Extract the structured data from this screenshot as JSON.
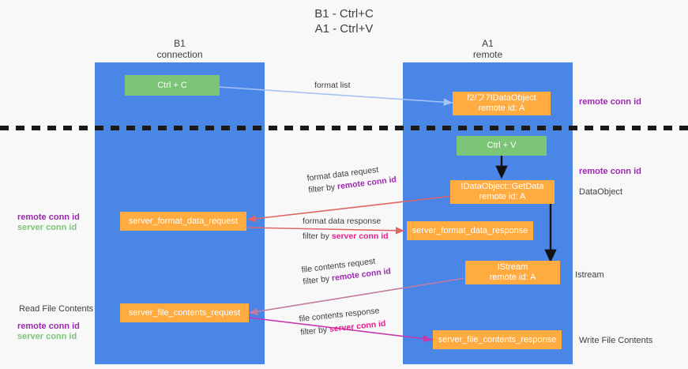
{
  "title": {
    "line1": "B1 - Ctrl+C",
    "line2": "A1 - Ctrl+V"
  },
  "columns": [
    {
      "name": "B1",
      "sub": "connection"
    },
    {
      "name": "A1",
      "sub": "remote"
    }
  ],
  "colors": {
    "lane": "#4a86e8",
    "node_green": "#7cc576",
    "node_orange": "#ffab40",
    "remote_conn_id": "#9c27b0",
    "server_conn_id_green": "#7cc576",
    "server_conn_id_pink": "#e91e8c",
    "arrow_blue": "#a4c2f4",
    "arrow_red": "#e06666",
    "arrow_pink": "#c27ba0",
    "arrow_magenta": "#c837ab",
    "arrow_black": "#000000",
    "divider": "#1a1a1a",
    "background": "#f8f8f8"
  },
  "nodes": {
    "ctrl_c": "Ctrl + C",
    "register_idataobject": "f2/フ7IDataObject\nremote id: A",
    "ctrl_v": "Ctrl + V",
    "getdata": "IDataObject::GetData\nremote id: A",
    "server_format_data_request": "server_format_data_request",
    "server_format_data_response": "server_format_data_response",
    "istream": "IStream\nremote id: A",
    "server_file_contents_request": "server_file_contents_request",
    "server_file_contents_response": "server_file_contents_response"
  },
  "edge_labels": {
    "format_list": "format list",
    "format_data_request": "format data request",
    "format_data_request_filter_prefix": "filter by ",
    "format_data_request_filter_value": "remote conn id",
    "format_data_response": "format data response",
    "format_data_response_filter_prefix": "filter by ",
    "format_data_response_filter_value": "server conn id",
    "file_contents_request": "file contents request",
    "file_contents_request_filter_prefix": "filter by ",
    "file_contents_request_filter_value": "remote conn id",
    "file_contents_response": "file contents response",
    "file_contents_response_filter_prefix": "filter by ",
    "file_contents_response_filter_value": "server conn id"
  },
  "side_labels": {
    "right_remote_conn_id_top": "remote conn id",
    "right_remote_conn_id_mid": "remote conn id",
    "right_dataobject": "DataObject",
    "right_istream": "Istream",
    "right_write_file_contents": "Write File Contents",
    "left_remote_conn_id_mid": "remote conn id",
    "left_server_conn_id_mid": "server conn id",
    "left_read_file_contents": "Read File Contents",
    "left_remote_conn_id_bottom": "remote conn id",
    "left_server_conn_id_bottom": "server conn id"
  }
}
